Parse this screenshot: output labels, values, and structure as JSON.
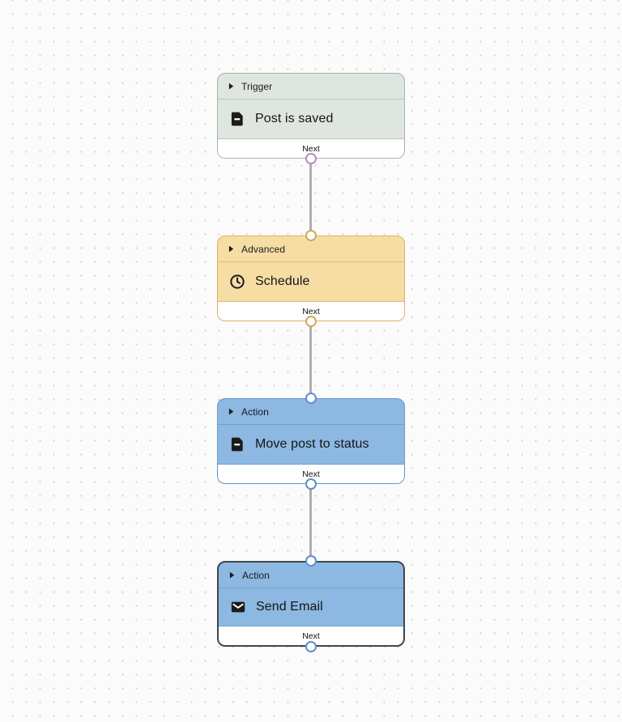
{
  "canvas": {
    "background_color": "#fbfbfb",
    "dot_color": "#d4d4d4",
    "edge_color": "#aeaeae"
  },
  "nodes": [
    {
      "category": "Trigger",
      "label": "Post is saved",
      "icon": "document-icon",
      "footer_label": "Next",
      "selected": false,
      "colors": {
        "fill": "#dfe5df",
        "border": "#a9b4a9",
        "divider": "#bcc6bc",
        "handle_ring": "#b48cc4"
      }
    },
    {
      "category": "Advanced",
      "label": "Schedule",
      "icon": "clock-icon",
      "footer_label": "Next",
      "selected": false,
      "colors": {
        "fill": "#f6dda4",
        "border": "#d9b369",
        "divider": "#dfbd78",
        "handle_ring": "#d2a95f"
      }
    },
    {
      "category": "Action",
      "label": "Move post to status",
      "icon": "document-icon",
      "footer_label": "Next",
      "selected": false,
      "colors": {
        "fill": "#8cb8e2",
        "border": "#6796c9",
        "divider": "#74a0cf",
        "handle_ring": "#5e90c6"
      }
    },
    {
      "category": "Action",
      "label": "Send Email",
      "icon": "mail-icon",
      "footer_label": "Next",
      "selected": true,
      "colors": {
        "fill": "#8cb8e2",
        "border": "#41464b",
        "divider": "#74a0cf",
        "handle_ring": "#5e90c6"
      }
    }
  ]
}
